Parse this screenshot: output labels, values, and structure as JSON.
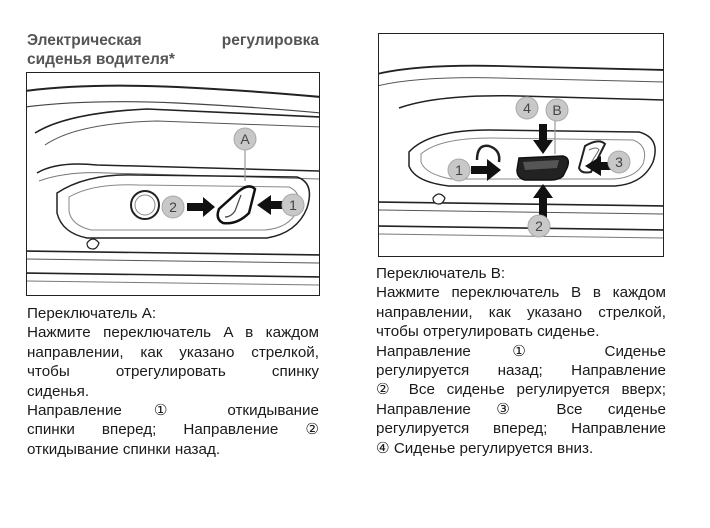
{
  "title": {
    "line1": "Электрическая регулировка",
    "line2": "сиденья водителя*"
  },
  "figure_a": {
    "labels": {
      "switch": "A",
      "dir1": "1",
      "dir2": "2"
    }
  },
  "figure_b": {
    "labels": {
      "switch": "B",
      "dir1": "1",
      "dir2": "2",
      "dir3": "3",
      "dir4": "4"
    }
  },
  "section_a": {
    "heading": "Переключатель A:",
    "lines": [
      "Нажмите переключатель A в каждом",
      "направлении, как указано стрелкой,",
      "чтобы отрегулировать спинку",
      "сиденья.",
      "Направление ① откидывание",
      "спинки вперед; Направление ②",
      "откидывание спинки назад."
    ]
  },
  "section_b": {
    "heading": "Переключатель B:",
    "lines": [
      "Нажмите переключатель B в каждом",
      "направлении, как указано стрелкой,",
      "чтобы отрегулировать сиденье.",
      "Направление ① Сиденье",
      "регулируется назад; Направление",
      "② Все сиденье регулируется вверх;",
      "Направление ③ Все сиденье",
      "регулируется вперед; Направление",
      "④ Сиденье регулируется вниз."
    ]
  }
}
